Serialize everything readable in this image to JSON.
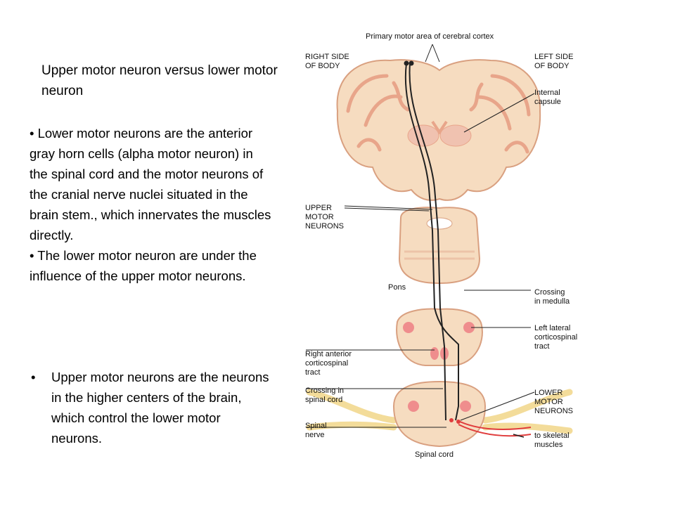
{
  "slide": {
    "title": "Upper motor neuron versus lower motor neuron",
    "bullets": [
      "• Lower motor neurons are the anterior gray horn cells (alpha motor neuron) in the spinal cord and the motor neurons of the cranial nerve nuclei situated in the brain stem., which innervates the muscles directly.",
      "• The lower motor neuron are under the influence of the upper motor neurons."
    ],
    "bullet_3_marker": "•",
    "bullet_3_text": "Upper motor neurons are the neurons in the higher centers of the brain, which control the lower motor neurons."
  },
  "diagram": {
    "labels": {
      "primary_motor_area": "Primary motor area of cerebral cortex",
      "right_side": "RIGHT SIDE\nOF BODY",
      "left_side": "LEFT SIDE\nOF BODY",
      "internal_capsule": "Internal\ncapsule",
      "upper_motor_neurons": "UPPER\nMOTOR\nNEURONS",
      "pons": "Pons",
      "crossing_medulla": "Crossing\nin medulla",
      "left_lateral_tract": "Left lateral\ncorticospinal\ntract",
      "right_anterior_tract": "Right anterior\ncorticospinal\ntract",
      "crossing_spinal_cord": "Crossing in\nspinal cord",
      "lower_motor_neurons": "LOWER\nMOTOR\nNEURONS",
      "spinal_nerve": "Spinal\nnerve",
      "to_skeletal_muscles": "to skeletal\nmuscles",
      "spinal_cord": "Spinal cord"
    },
    "colors": {
      "tissue": "#f6dcc0",
      "tissue_dark": "#e8b79a",
      "gray_matter": "#f0c2b0",
      "nucleus": "#ef8d8d",
      "tract_red": "#e03c3c",
      "nerve_yellow": "#f3dc9a",
      "line": "#222222"
    }
  }
}
